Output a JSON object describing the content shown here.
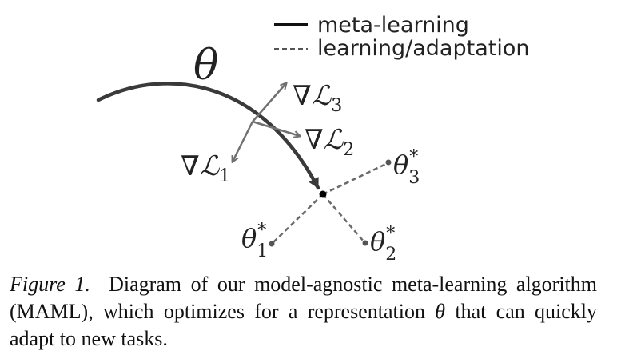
{
  "legend": {
    "solid_label": "meta-learning",
    "dashed_label": "learning/adaptation"
  },
  "diagram": {
    "theta": "θ",
    "nabla": "∇",
    "loss": "ℒ",
    "grad_1_sub": "1",
    "grad_2_sub": "2",
    "grad_3_sub": "3",
    "task_star": "*",
    "task_1_sub": "1",
    "task_2_sub": "2",
    "task_3_sub": "3"
  },
  "caption": {
    "figure_label": "Figure 1.",
    "text_before_theta": "Diagram of our model-agnostic meta-learning algorithm (MAML), which optimizes for a representation",
    "theta": "θ",
    "text_after_theta": "that can quickly adapt to new tasks."
  },
  "colors": {
    "meta_path": "#3a3a3a",
    "gradient_arrows": "#707070",
    "adaptation_lines": "#6a6a6a",
    "text": "#222222"
  }
}
